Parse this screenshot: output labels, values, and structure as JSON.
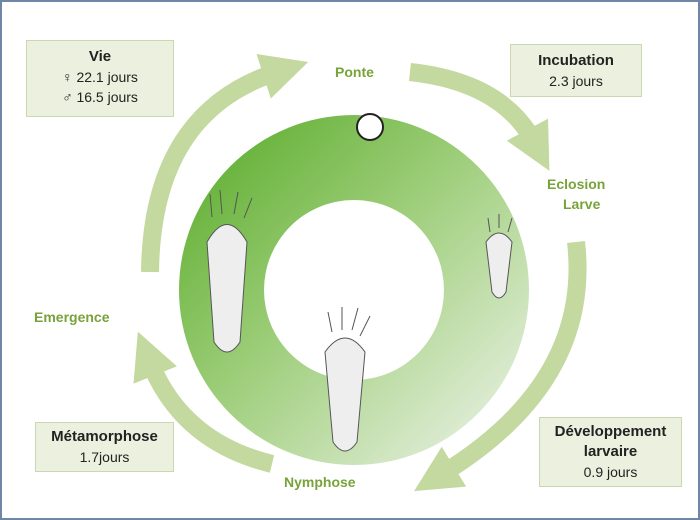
{
  "stages": {
    "ponte": "Ponte",
    "eclosion": "Eclosion",
    "larve": "Larve",
    "nymphose": "Nymphose",
    "emergence": "Emergence"
  },
  "boxes": {
    "vie": {
      "title": "Vie",
      "female": "♀ 22.1 jours",
      "male": "♂ 16.5 jours"
    },
    "incubation": {
      "title": "Incubation",
      "value": "2.3 jours"
    },
    "developpement": {
      "title1": "Développement",
      "title2": "larvaire",
      "value": "0.9 jours"
    },
    "metamorphose": {
      "title": "Métamorphose",
      "value": "1.7jours"
    }
  },
  "colors": {
    "ring_dark": "#62b22f",
    "ring_light": "#e6eee0",
    "arrow": "#c3d9a0",
    "label": "#77a33a"
  }
}
